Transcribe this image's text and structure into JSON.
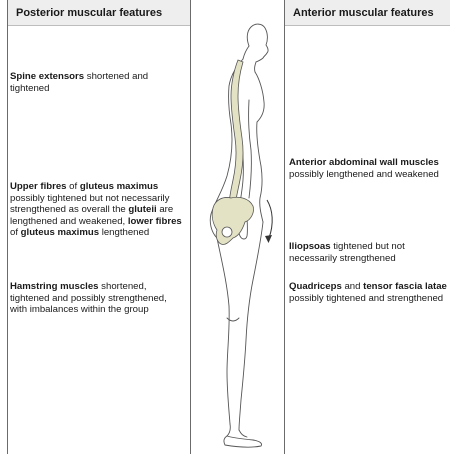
{
  "left_column": {
    "header": "Posterior muscular features",
    "items": [
      {
        "parts": [
          {
            "text": "Spine extensors",
            "bold": true
          },
          {
            "text": " shortened and tightened",
            "bold": false
          }
        ]
      },
      {
        "parts": [
          {
            "text": "Upper fibres",
            "bold": true
          },
          {
            "text": " of ",
            "bold": false
          },
          {
            "text": "gluteus maximus",
            "bold": true
          },
          {
            "text": " possibly tightened but not necessarily strengthened as overall the ",
            "bold": false
          },
          {
            "text": "gluteii",
            "bold": true
          },
          {
            "text": " are lengthened and weakened, ",
            "bold": false
          },
          {
            "text": "lower fibres",
            "bold": true
          },
          {
            "text": " of ",
            "bold": false
          },
          {
            "text": "gluteus maximus",
            "bold": true
          },
          {
            "text": " lengthened",
            "bold": false
          }
        ]
      },
      {
        "parts": [
          {
            "text": "Hamstring muscles",
            "bold": true
          },
          {
            "text": " shortened, tightened and possibly strengthened, with imbalances within the group",
            "bold": false
          }
        ]
      }
    ]
  },
  "right_column": {
    "header": "Anterior muscular features",
    "items": [
      {
        "parts": [
          {
            "text": "Anterior abdominal wall muscles",
            "bold": true
          },
          {
            "text": " possibly lengthened and weakened",
            "bold": false
          }
        ]
      },
      {
        "parts": [
          {
            "text": "Iliopsoas",
            "bold": true
          },
          {
            "text": " tightened but not necessarily strengthened",
            "bold": false
          }
        ]
      },
      {
        "parts": [
          {
            "text": "Quadriceps",
            "bold": true
          },
          {
            "text": " and ",
            "bold": false
          },
          {
            "text": "tensor fascia latae",
            "bold": true
          },
          {
            "text": " possibly tightened and strengthened",
            "bold": false
          }
        ]
      }
    ]
  },
  "colors": {
    "header_bg": "#eeeeee",
    "spine_fill": "#e4e2c4",
    "outline": "#555555",
    "column_border": "#6b6b6b"
  }
}
